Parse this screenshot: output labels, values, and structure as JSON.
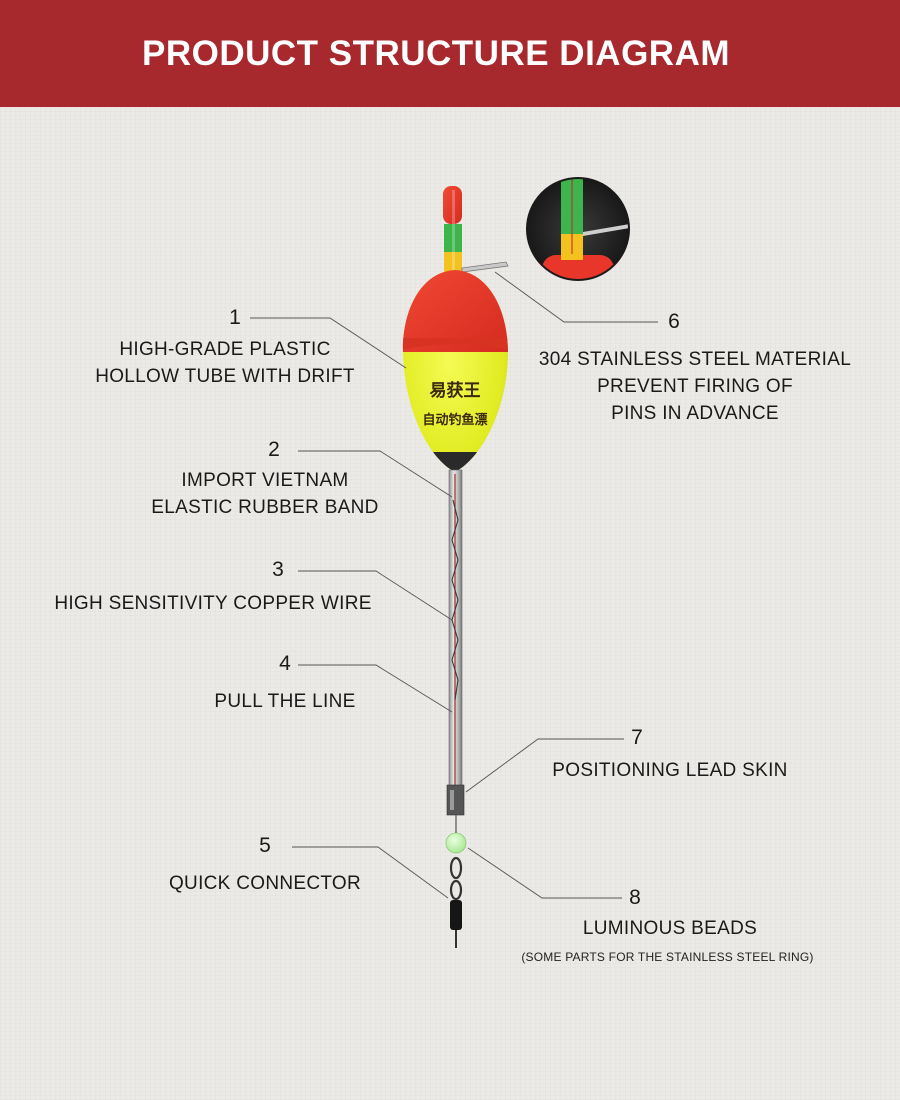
{
  "header": {
    "title": "PRODUCT STRUCTURE DIAGRAM"
  },
  "float": {
    "cn_top": "易获王",
    "cn_bottom": "自动钓鱼漂"
  },
  "parts": [
    {
      "number": "1",
      "lines": [
        "HIGH-GRADE PLASTIC",
        "HOLLOW TUBE WITH DRIFT"
      ]
    },
    {
      "number": "2",
      "lines": [
        "IMPORT VIETNAM",
        "ELASTIC RUBBER BAND"
      ]
    },
    {
      "number": "3",
      "lines": [
        "HIGH SENSITIVITY COPPER WIRE"
      ]
    },
    {
      "number": "4",
      "lines": [
        "PULL THE LINE"
      ]
    },
    {
      "number": "5",
      "lines": [
        "QUICK CONNECTOR"
      ]
    },
    {
      "number": "6",
      "lines": [
        "304 STAINLESS STEEL MATERIAL",
        "PREVENT FIRING OF",
        "PINS IN ADVANCE"
      ]
    },
    {
      "number": "7",
      "lines": [
        "POSITIONING LEAD SKIN"
      ]
    },
    {
      "number": "8",
      "lines": [
        "LUMINOUS BEADS"
      ]
    }
  ],
  "note": "(SOME PARTS FOR THE STAINLESS STEEL RING)",
  "colors": {
    "header_bg": "#a8292d",
    "float_red": "#e8362a",
    "float_yellow": "#e6ef2a",
    "tip_green": "#39b54a",
    "bead_green": "#b8f0a0"
  }
}
